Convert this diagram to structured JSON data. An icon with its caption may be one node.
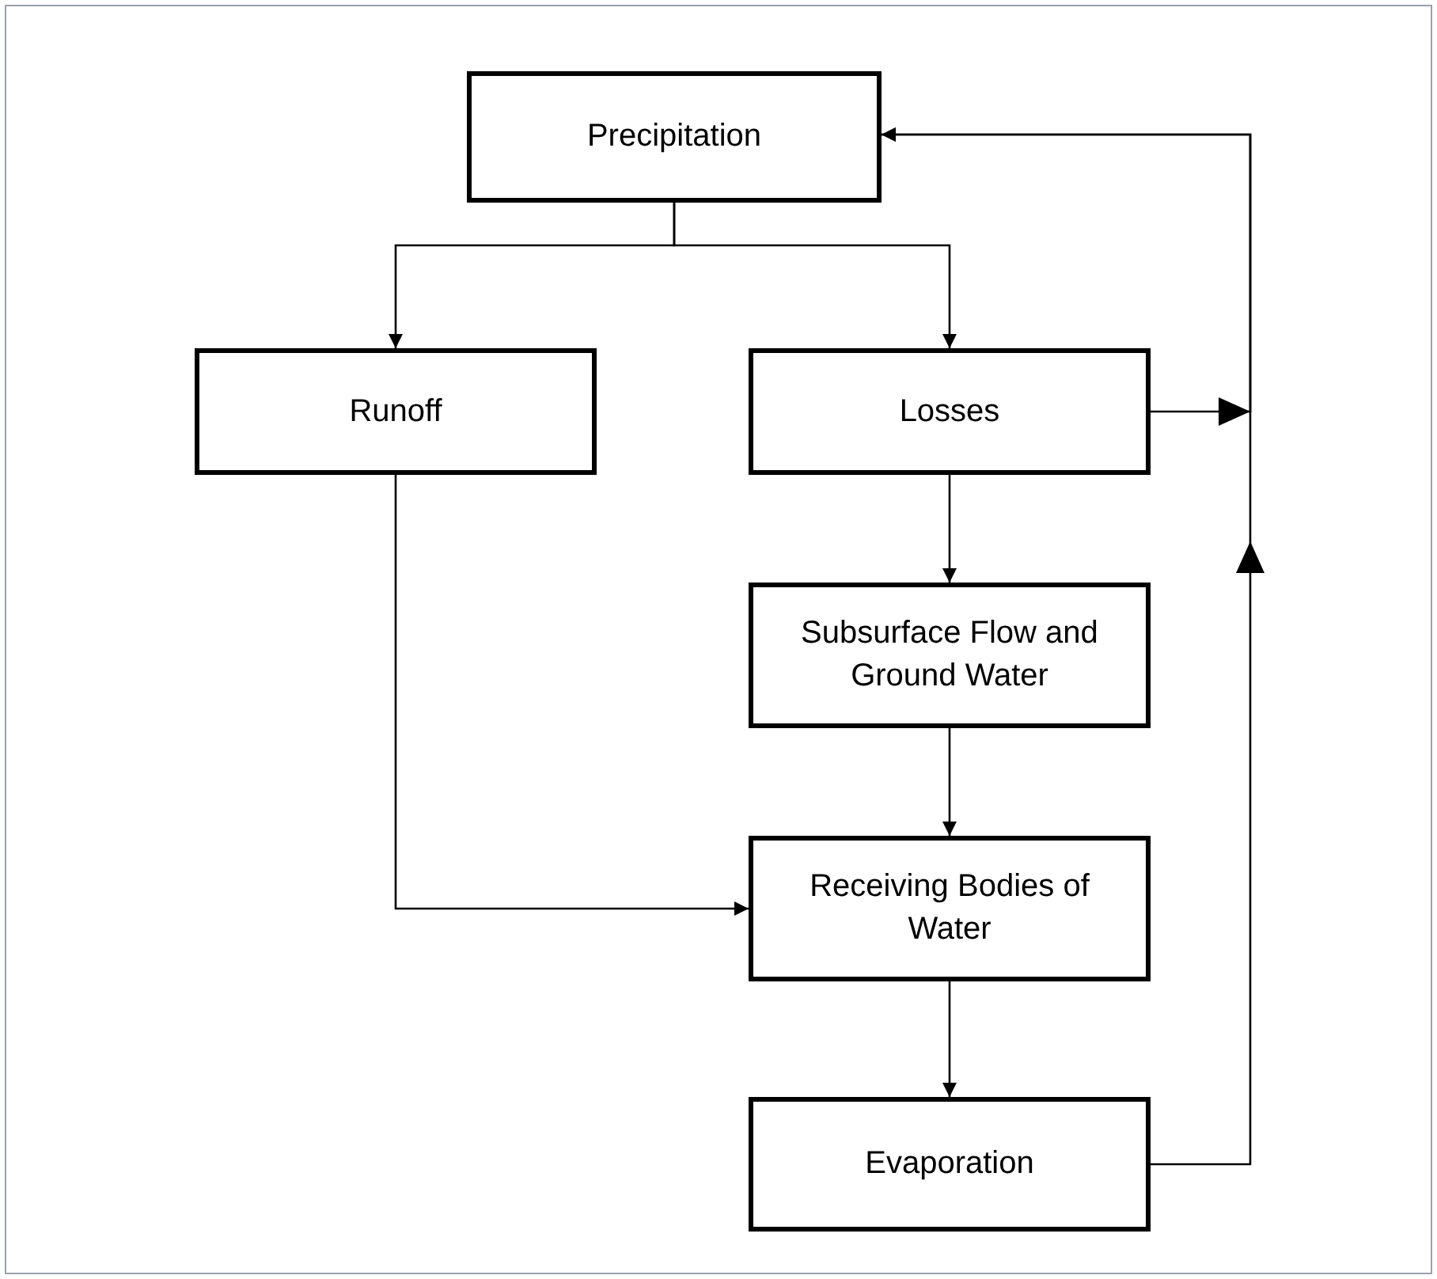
{
  "diagram": {
    "nodes": [
      {
        "text": [
          "Precipitation"
        ]
      },
      {
        "text": [
          "Runoff"
        ]
      },
      {
        "text": [
          "Losses"
        ]
      },
      {
        "text": [
          "Subsurface Flow and Ground Water"
        ]
      },
      {
        "text": [
          "Receiving Bodies of Water"
        ]
      },
      {
        "text": [
          "Evaporation"
        ]
      }
    ],
    "edges": [
      {
        "from": 0,
        "to": 1,
        "arrow": "to"
      },
      {
        "from": 0,
        "to": 2,
        "arrow": "to"
      },
      {
        "from": 2,
        "to": 3,
        "arrow": "to"
      },
      {
        "from": 3,
        "to": 4,
        "arrow": "to"
      },
      {
        "from": 1,
        "to": 4,
        "arrow": "to"
      },
      {
        "from": 4,
        "to": 5,
        "arrow": "to"
      },
      {
        "from": 2,
        "to": 0,
        "arrow": "to"
      },
      {
        "from": 5,
        "to": 0,
        "arrow": "to"
      }
    ]
  }
}
